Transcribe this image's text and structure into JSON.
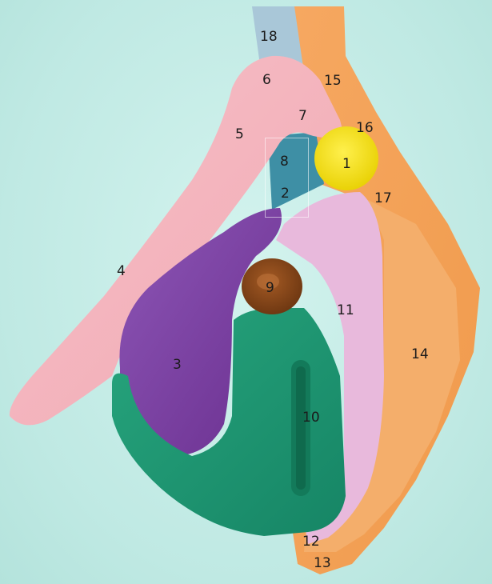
{
  "labels": {
    "l1": "1",
    "l2": "2",
    "l3": "3",
    "l4": "4",
    "l5": "5",
    "l6": "6",
    "l7": "7",
    "l8": "8",
    "l9": "9",
    "l10": "10",
    "l11": "11",
    "l12": "12",
    "l13": "13",
    "l14": "14",
    "l15": "15",
    "l16": "16",
    "l17": "17",
    "l18": "18"
  },
  "colors": {
    "background": "#c4ece6",
    "pink_structure": "#f4b7c0",
    "purple_structure": "#7a3fa0",
    "green_structure": "#1f9a72",
    "lilac_structure": "#e8b9dc",
    "orange_structure": "#f5a35b",
    "yellow_structure": "#f3e10f",
    "brown_structure": "#8b4a1c",
    "blue_structure": "#3e8fa5",
    "gray_blue_structure": "#a9c7d8"
  }
}
